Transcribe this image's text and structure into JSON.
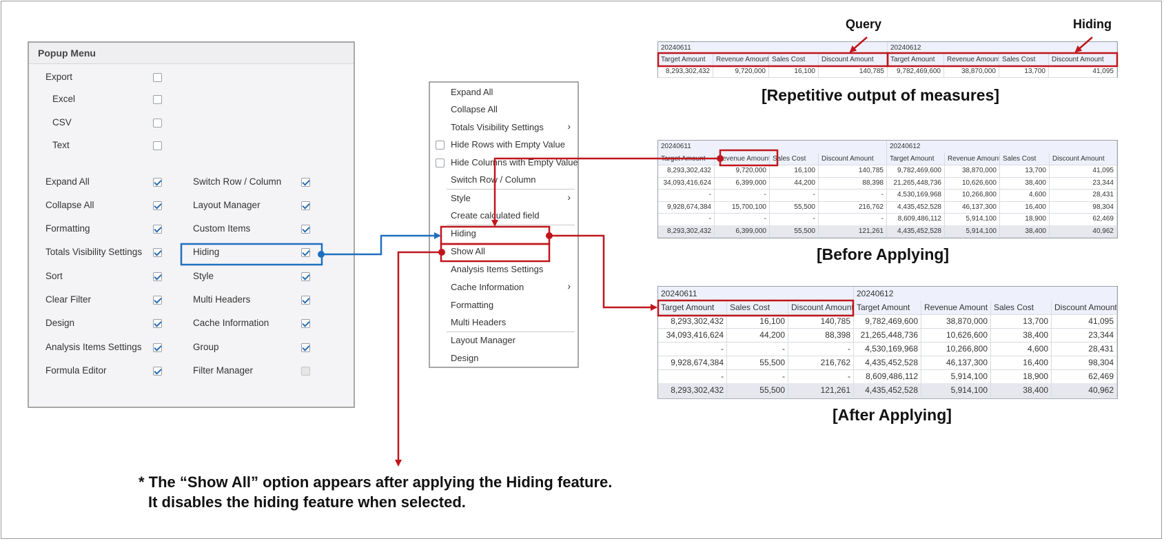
{
  "popup_menu": {
    "title": "Popup Menu",
    "col1": [
      {
        "label": "Export",
        "checked": false
      },
      {
        "label": "Excel",
        "checked": false
      },
      {
        "label": "CSV",
        "checked": false
      },
      {
        "label": "Text",
        "checked": false
      },
      {
        "label": "Expand All",
        "checked": true
      },
      {
        "label": "Collapse All",
        "checked": true
      },
      {
        "label": "Formatting",
        "checked": true
      },
      {
        "label": "Totals Visibility Settings",
        "checked": true
      },
      {
        "label": "Sort",
        "checked": true
      },
      {
        "label": "Clear Filter",
        "checked": true
      },
      {
        "label": "Design",
        "checked": true
      },
      {
        "label": "Analysis Items Settings",
        "checked": true
      },
      {
        "label": "Formula Editor",
        "checked": true
      }
    ],
    "col2": [
      {
        "label": "Switch Row / Column",
        "checked": true
      },
      {
        "label": "Layout Manager",
        "checked": true
      },
      {
        "label": "Custom Items",
        "checked": true
      },
      {
        "label": "Hiding",
        "checked": true
      },
      {
        "label": "Style",
        "checked": true
      },
      {
        "label": "Multi Headers",
        "checked": true
      },
      {
        "label": "Cache Information",
        "checked": true
      },
      {
        "label": "Group",
        "checked": true
      },
      {
        "label": "Filter Manager",
        "checked": false,
        "disabled": true
      }
    ]
  },
  "context_menu": {
    "items": [
      {
        "label": "Expand All"
      },
      {
        "label": "Collapse All"
      },
      {
        "label": "Totals Visibility Settings",
        "submenu": true
      },
      {
        "label": "Hide Rows with Empty Value",
        "checkbox": true
      },
      {
        "label": "Hide Columns with Empty Value",
        "checkbox": true
      },
      {
        "label": "Switch Row / Column"
      },
      {
        "label": "Style",
        "submenu": true
      },
      {
        "label": "Create calculated field"
      },
      {
        "label": "Hiding"
      },
      {
        "label": "Show All"
      },
      {
        "label": "Analysis Items Settings"
      },
      {
        "label": "Cache Information",
        "submenu": true
      },
      {
        "label": "Formatting"
      },
      {
        "label": "Multi Headers"
      },
      {
        "label": "Layout Manager"
      },
      {
        "label": "Design"
      }
    ],
    "chevron": "›"
  },
  "callouts": {
    "query": "Query",
    "hiding": "Hiding"
  },
  "grids": {
    "repetitive": {
      "caption": "[Repetitive output of measures]",
      "groups": [
        "20240611",
        "20240612"
      ],
      "headers": [
        "Target Amount",
        "Revenue Amount",
        "Sales Cost",
        "Discount Amount",
        "Target Amount",
        "Revenue Amount",
        "Sales Cost",
        "Discount Amount"
      ],
      "rows": [
        [
          "8,293,302,432",
          "9,720,000",
          "16,100",
          "140,785",
          "9,782,469,600",
          "38,870,000",
          "13,700",
          "41,095"
        ]
      ]
    },
    "before": {
      "caption": "[Before Applying]",
      "groups": [
        "20240611",
        "20240612"
      ],
      "headers": [
        "Target Amount",
        "Revenue Amount",
        "Sales Cost",
        "Discount Amount",
        "Target Amount",
        "Revenue Amount",
        "Sales Cost",
        "Discount Amount"
      ],
      "rows": [
        [
          "8,293,302,432",
          "9,720,000",
          "16,100",
          "140,785",
          "9,782,469,600",
          "38,870,000",
          "13,700",
          "41,095"
        ],
        [
          "34,093,416,624",
          "6,399,000",
          "44,200",
          "88,398",
          "21,265,448,736",
          "10,626,600",
          "38,400",
          "23,344"
        ],
        [
          "-",
          "-",
          "-",
          "-",
          "4,530,169,968",
          "10,266,800",
          "4,600",
          "28,431"
        ],
        [
          "9,928,674,384",
          "15,700,100",
          "55,500",
          "216,762",
          "4,435,452,528",
          "46,137,300",
          "16,400",
          "98,304"
        ],
        [
          "-",
          "-",
          "-",
          "-",
          "8,609,486,112",
          "5,914,100",
          "18,900",
          "62,469"
        ],
        [
          "8,293,302,432",
          "6,399,000",
          "55,500",
          "121,261",
          "4,435,452,528",
          "5,914,100",
          "38,400",
          "40,962"
        ]
      ]
    },
    "after": {
      "caption": "[After Applying]",
      "groups": [
        "20240611",
        "20240612"
      ],
      "headers": [
        "Target Amount",
        "Sales Cost",
        "Discount Amount",
        "Target Amount",
        "Revenue Amount",
        "Sales Cost",
        "Discount Amount"
      ],
      "rows": [
        [
          "8,293,302,432",
          "16,100",
          "140,785",
          "9,782,469,600",
          "38,870,000",
          "13,700",
          "41,095"
        ],
        [
          "34,093,416,624",
          "44,200",
          "88,398",
          "21,265,448,736",
          "10,626,600",
          "38,400",
          "23,344"
        ],
        [
          "-",
          "-",
          "-",
          "4,530,169,968",
          "10,266,800",
          "4,600",
          "28,431"
        ],
        [
          "9,928,674,384",
          "55,500",
          "216,762",
          "4,435,452,528",
          "46,137,300",
          "16,400",
          "98,304"
        ],
        [
          "-",
          "-",
          "-",
          "8,609,486,112",
          "5,914,100",
          "18,900",
          "62,469"
        ],
        [
          "8,293,302,432",
          "55,500",
          "121,261",
          "4,435,452,528",
          "5,914,100",
          "38,400",
          "40,962"
        ]
      ]
    }
  },
  "note": {
    "line1": "* The “Show All” option appears after applying the Hiding feature.",
    "line2": "It disables the hiding feature when selected."
  },
  "colors": {
    "highlight_red": "#c0151c",
    "highlight_blue": "#1f6fbf",
    "check_blue": "#2b6cb0"
  }
}
